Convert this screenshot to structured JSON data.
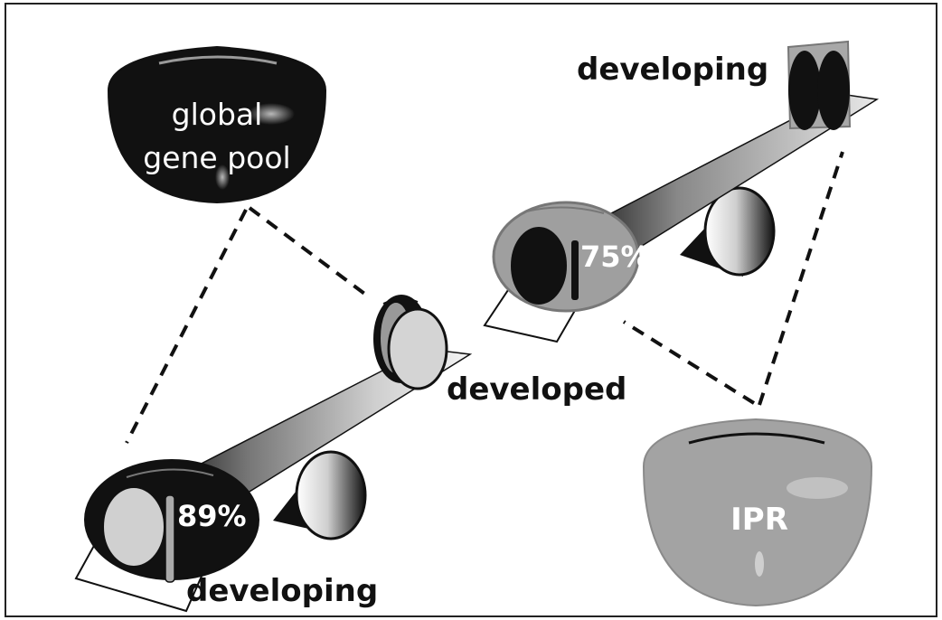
{
  "labels": {
    "global_pool": [
      "global",
      "gene pool"
    ],
    "ipr": "IPR",
    "developing_top": "developing",
    "developed": "developed",
    "developing_bottom": "developing",
    "pct_bottom": "89%",
    "pct_top": "75%"
  },
  "colors": {
    "dark": "#111111",
    "gray": "#a0a0a0",
    "light_gray": "#d8d8d8",
    "white": "#ffffff"
  }
}
